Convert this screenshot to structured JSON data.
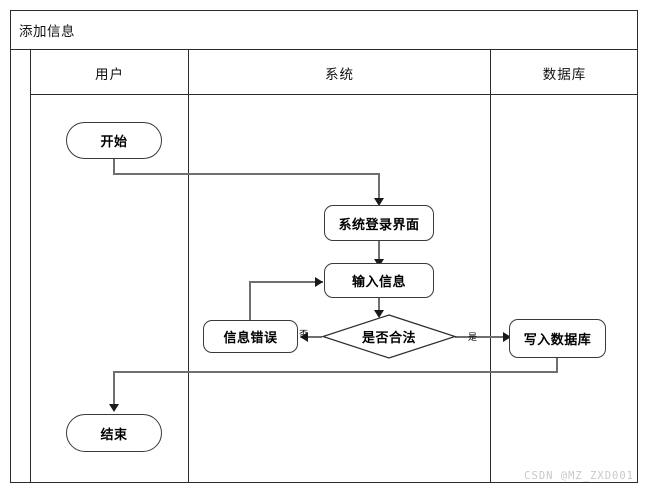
{
  "diagram": {
    "title": "添加信息",
    "watermark": "CSDN @MZ_ZXD001",
    "colors": {
      "border": "#2b2b2b",
      "node_border": "#3a3a3a",
      "connector": "#6f6f6f",
      "arrow": "#1a1a1a",
      "text": "#000000",
      "background": "#ffffff",
      "watermark": "#c9c9c9"
    },
    "lanes": [
      {
        "id": "user",
        "label": "用户"
      },
      {
        "id": "system",
        "label": "系统"
      },
      {
        "id": "database",
        "label": "数据库"
      }
    ],
    "nodes": [
      {
        "id": "start",
        "label": "开始",
        "shape": "terminator",
        "lane": "user"
      },
      {
        "id": "login",
        "label": "系统登录界面",
        "shape": "process",
        "lane": "system"
      },
      {
        "id": "input",
        "label": "输入信息",
        "shape": "process",
        "lane": "system"
      },
      {
        "id": "decision",
        "label": "是否合法",
        "shape": "decision",
        "lane": "system"
      },
      {
        "id": "error",
        "label": "信息错误",
        "shape": "process",
        "lane": "system"
      },
      {
        "id": "write",
        "label": "写入数据库",
        "shape": "process",
        "lane": "database"
      },
      {
        "id": "end",
        "label": "结束",
        "shape": "terminator",
        "lane": "user"
      }
    ],
    "edges": [
      {
        "id": "e1",
        "from": "start",
        "to": "login",
        "label": ""
      },
      {
        "id": "e2",
        "from": "login",
        "to": "input",
        "label": ""
      },
      {
        "id": "e3",
        "from": "input",
        "to": "decision",
        "label": ""
      },
      {
        "id": "e4",
        "from": "decision",
        "to": "error",
        "label": "否"
      },
      {
        "id": "e5",
        "from": "decision",
        "to": "write",
        "label": "是"
      },
      {
        "id": "e6",
        "from": "error",
        "to": "input",
        "label": ""
      },
      {
        "id": "e7",
        "from": "write",
        "to": "end",
        "label": ""
      }
    ],
    "edge_labels": {
      "no": "否",
      "yes": "是"
    }
  }
}
